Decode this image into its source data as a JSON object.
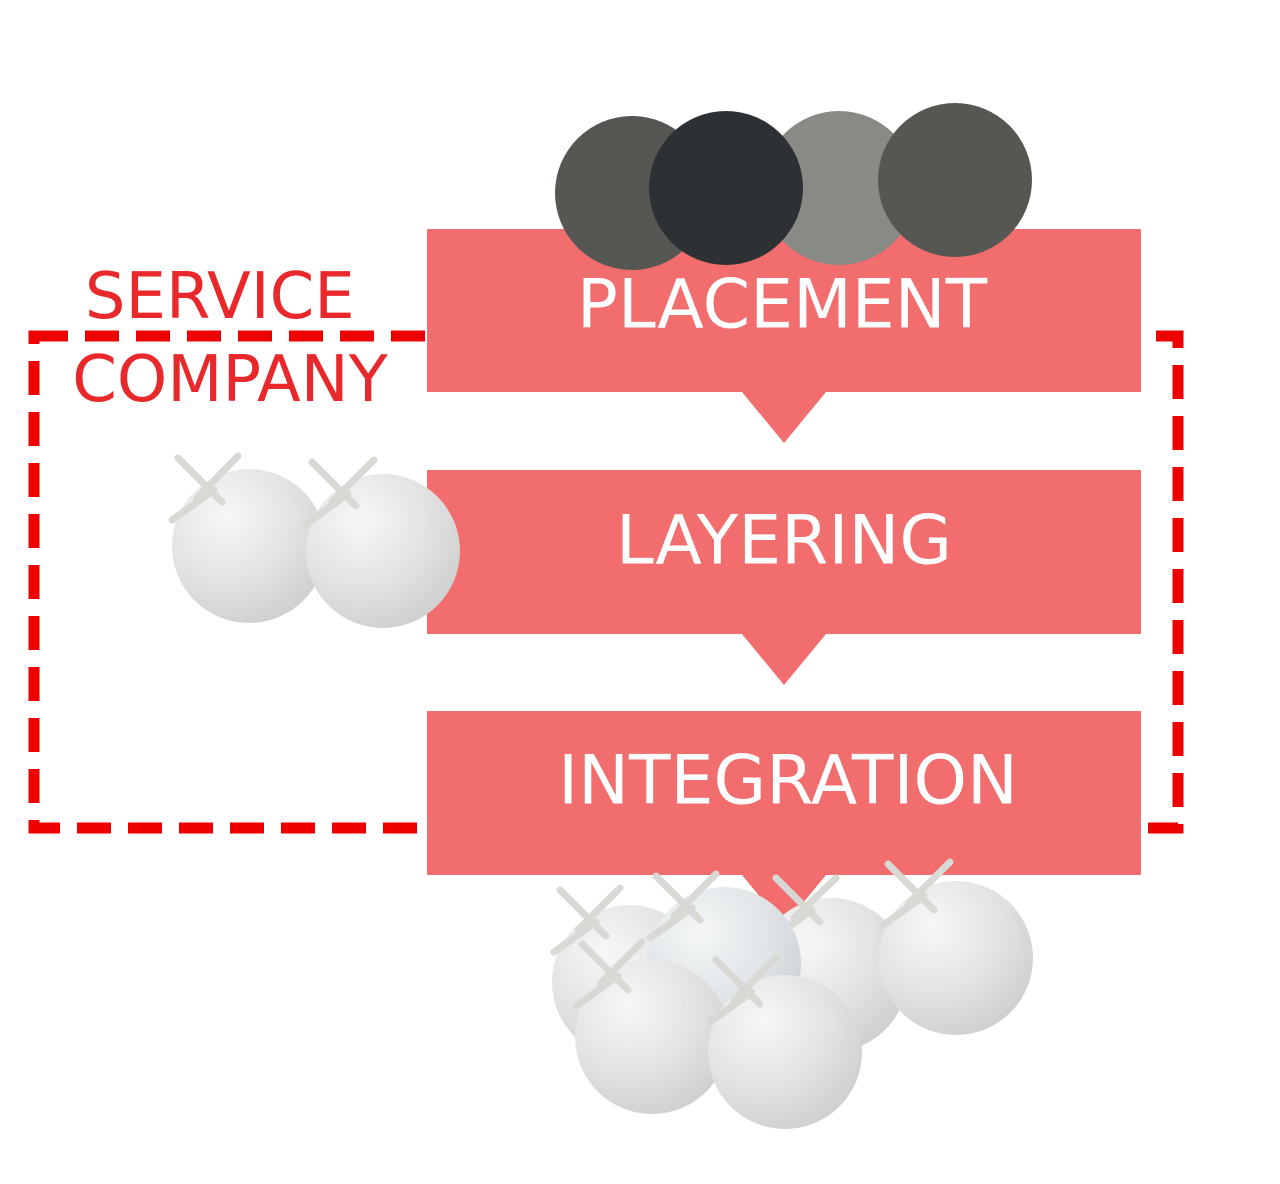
{
  "group": {
    "label_line1": "SERVICE",
    "label_line2": "COMPANY",
    "border_color": "#ee0000",
    "label_color": "#e8282a"
  },
  "steps": [
    {
      "label": "PLACEMENT"
    },
    {
      "label": "LAYERING"
    },
    {
      "label": "INTEGRATION"
    }
  ],
  "colors": {
    "step_fill": "#f26d6d",
    "step_text": "#ffffff",
    "dark_spheres": [
      "#565753",
      "#2e3134",
      "#888a85",
      "#565753"
    ],
    "light_sphere": "#e6e6e6"
  },
  "icons": [
    "dark-sphere-icon",
    "light-sphere-icon"
  ]
}
